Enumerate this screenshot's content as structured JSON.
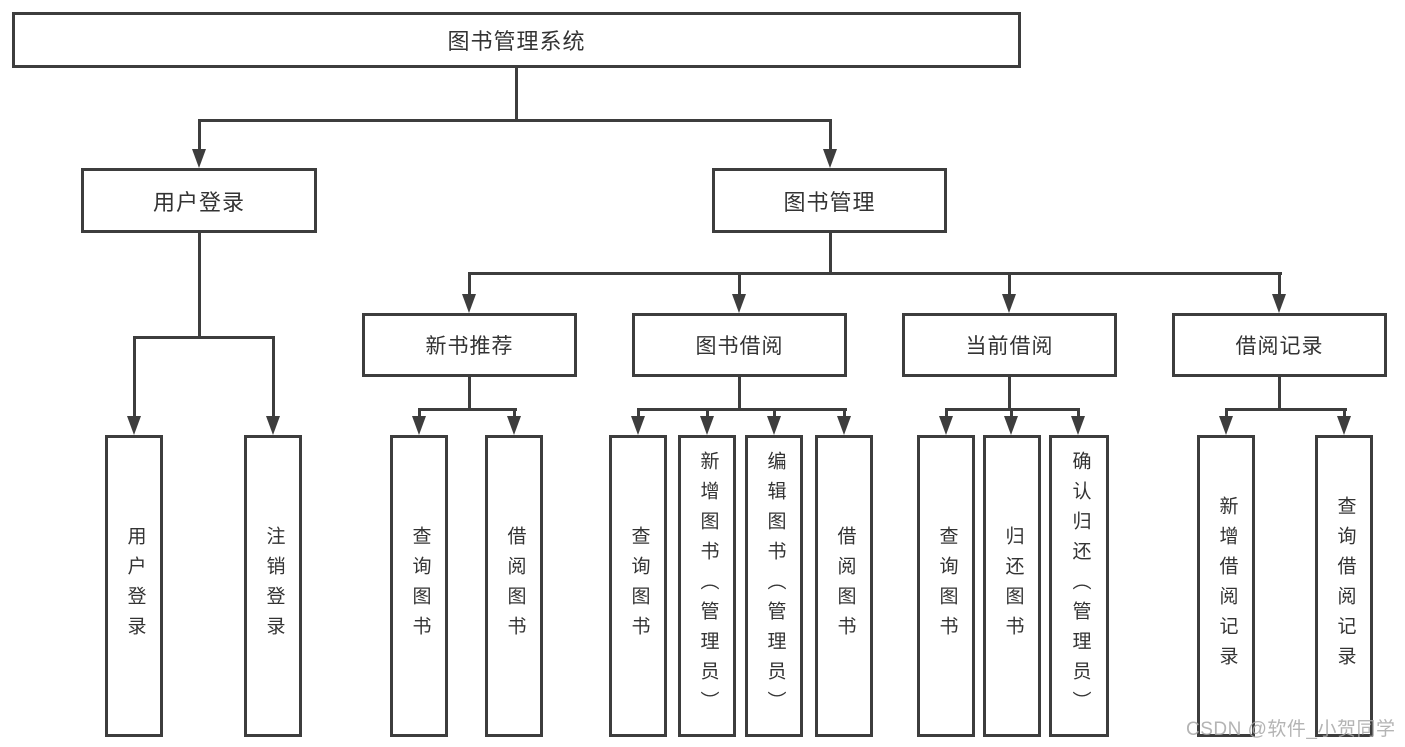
{
  "colors": {
    "line": "#3d3d3d",
    "text": "#333333",
    "box_background": "#ffffff",
    "watermark": "#a8a8a8"
  },
  "nodes": {
    "root": "图书管理系统",
    "level2": [
      "用户登录",
      "图书管理"
    ],
    "level3": [
      "新书推荐",
      "图书借阅",
      "当前借阅",
      "借阅记录"
    ],
    "level4": [
      "用户登录",
      "注销登录",
      "查询图书",
      "借阅图书",
      "查询图书",
      "新增图书（管理员）",
      "编辑图书（管理员）",
      "借阅图书",
      "查询图书",
      "归还图书",
      "确认归还（管理员）",
      "新增借阅记录",
      "查询借阅记录"
    ]
  },
  "watermark": "CSDN @软件_小贺同学"
}
